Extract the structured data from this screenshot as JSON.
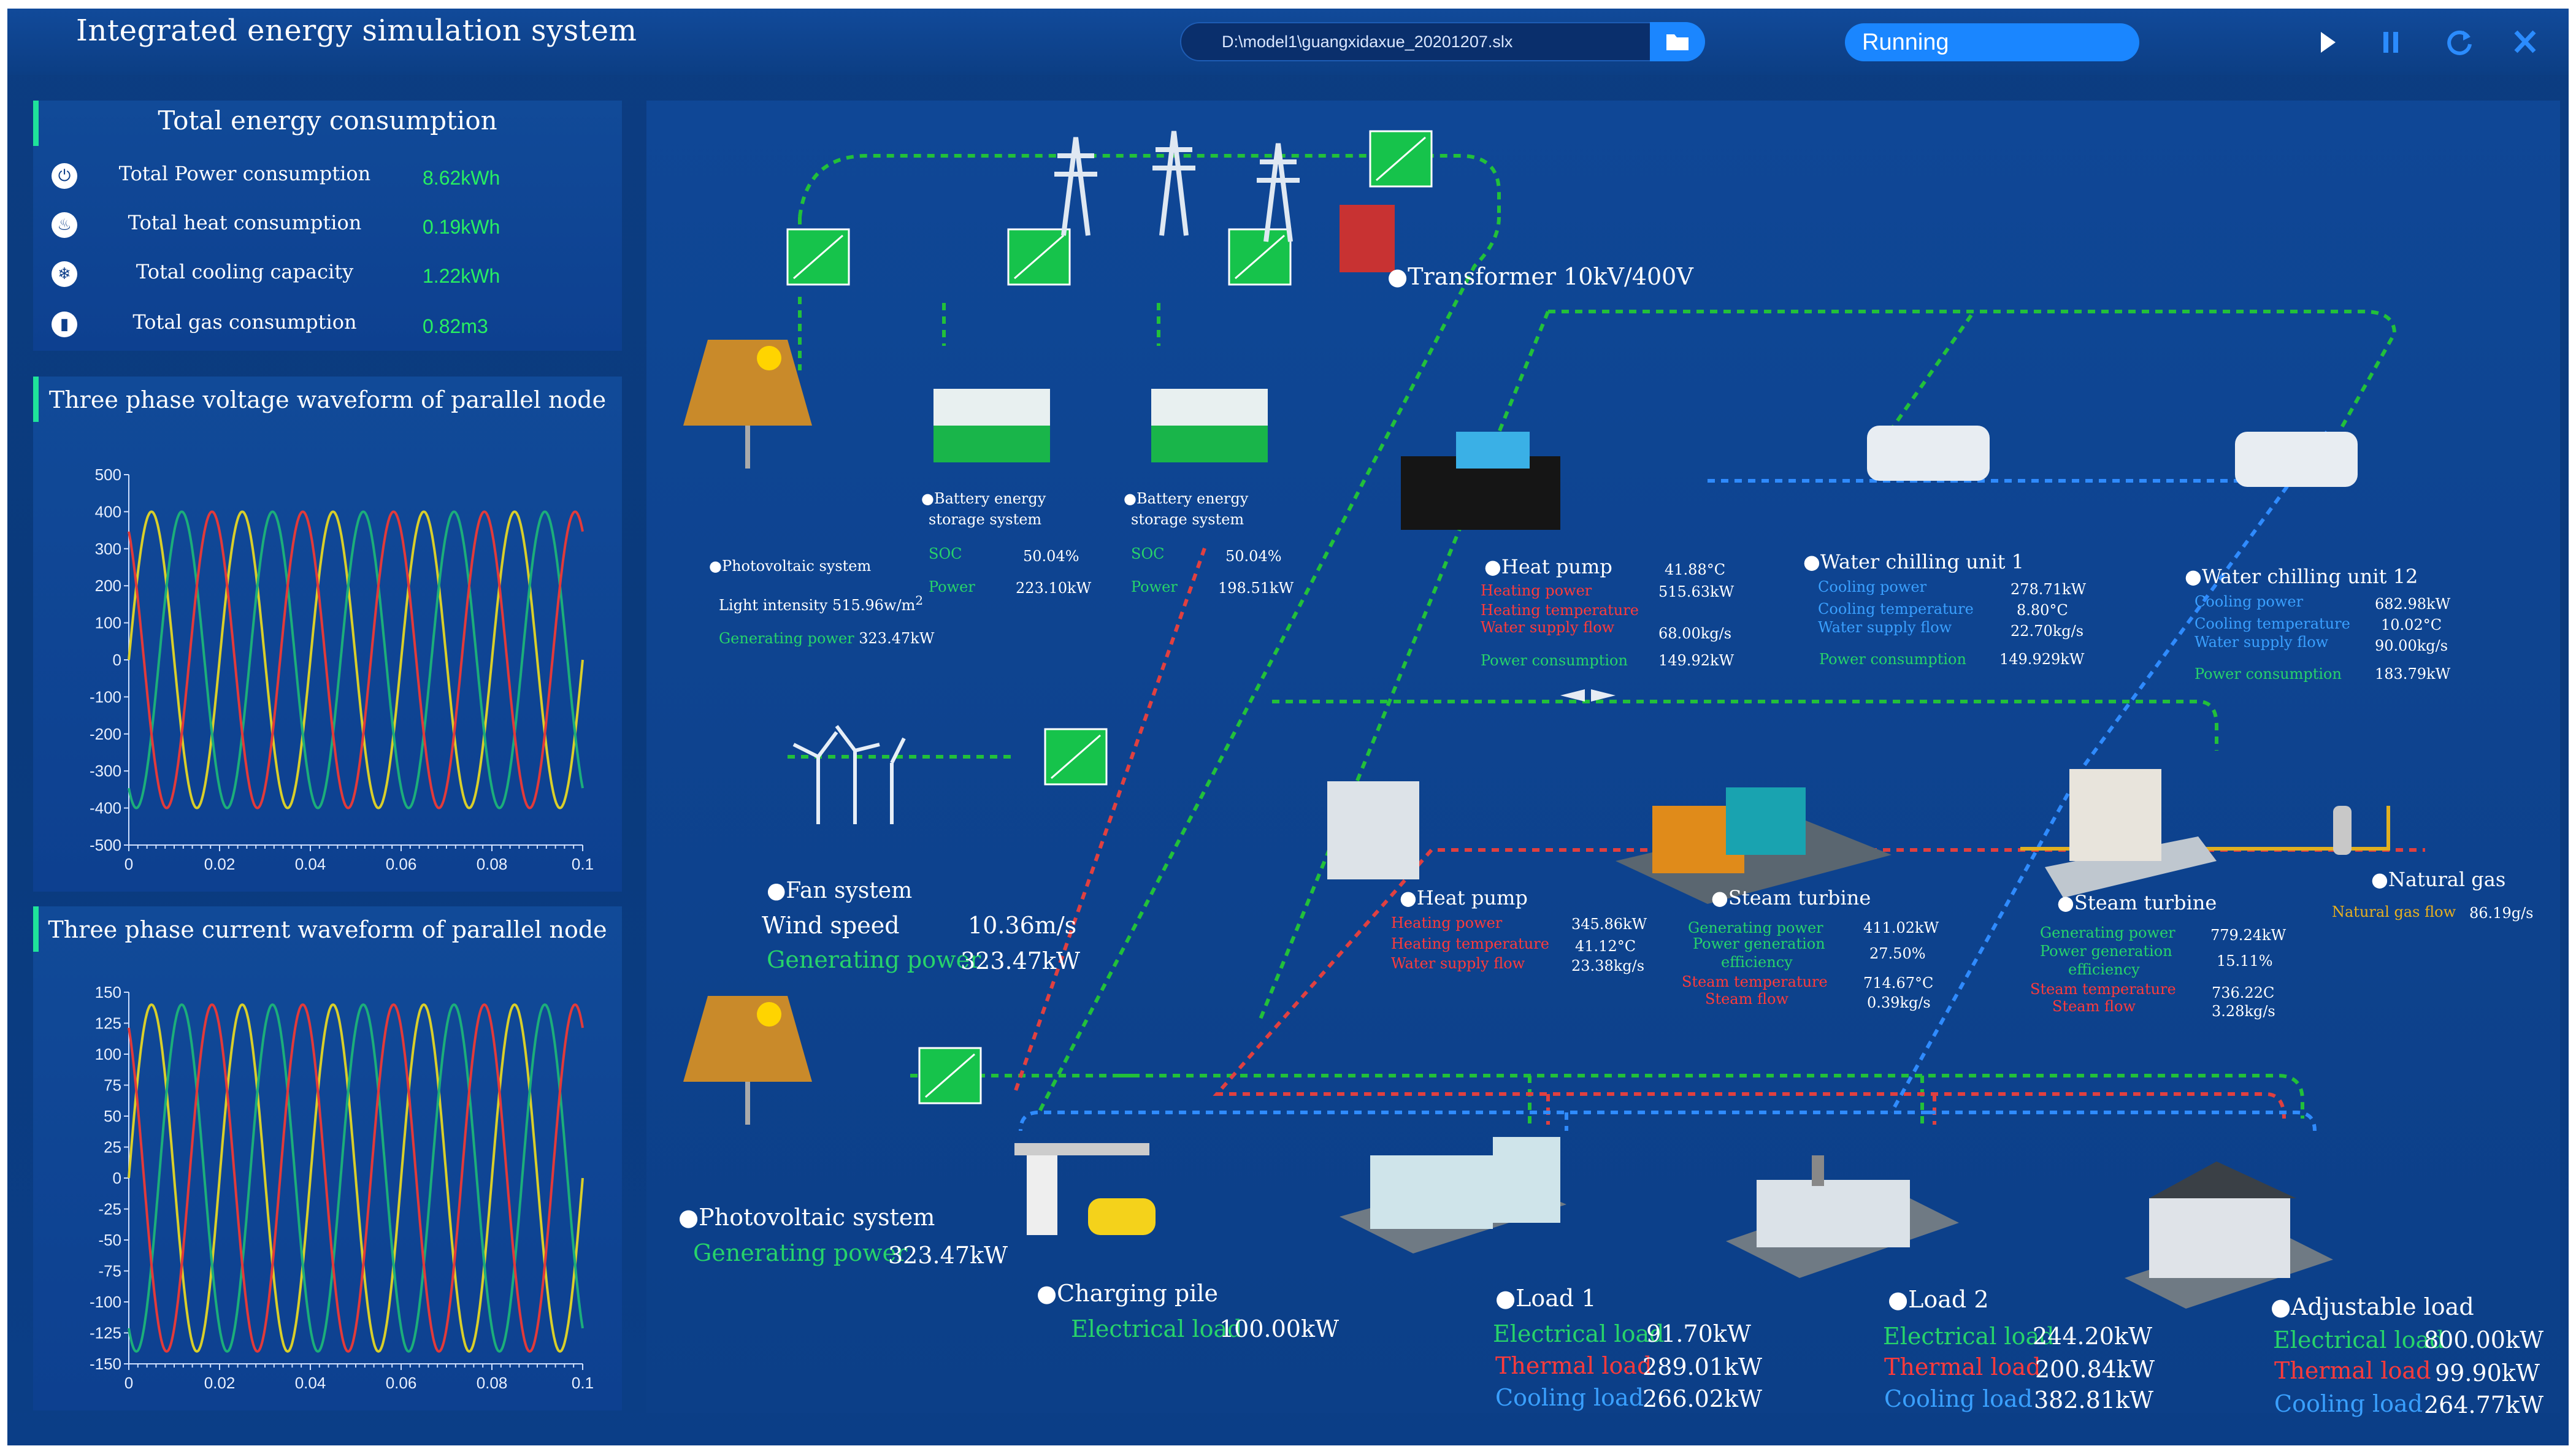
{
  "header": {
    "title": "Integrated energy simulation system",
    "file_path": "D:\\model1\\guangxidaxue_20201207.slx",
    "status": "Running"
  },
  "energy": {
    "title": "Total energy consumption",
    "items": [
      {
        "label": "Total Power consumption",
        "value": "8.62kWh",
        "icon": "power-icon"
      },
      {
        "label": "Total heat consumption",
        "value": "0.19kWh",
        "icon": "flame-icon"
      },
      {
        "label": "Total cooling capacity",
        "value": "1.22kWh",
        "icon": "snowflake-icon"
      },
      {
        "label": "Total gas consumption",
        "value": "0.82m3",
        "icon": "gas-icon"
      }
    ]
  },
  "chart_data": [
    {
      "type": "line",
      "title": "Three phase voltage waveform of parallel node",
      "ylim": [
        -500,
        500
      ],
      "xlim": [
        0,
        0.1
      ],
      "yticks": [
        "500",
        "400",
        "300",
        "200",
        "100",
        "0",
        "-100",
        "-200",
        "-300",
        "-400",
        "-500"
      ],
      "xticks": [
        "0",
        "0.02",
        "0.04",
        "0.06",
        "0.08",
        "0.1"
      ],
      "series": [
        {
          "amplitude": 400,
          "frequency_hz": 50,
          "phase_deg": 0,
          "color": "#d9cf2a"
        },
        {
          "amplitude": 400,
          "frequency_hz": 50,
          "phase_deg": -120,
          "color": "#1cae7a"
        },
        {
          "amplitude": 400,
          "frequency_hz": 50,
          "phase_deg": 120,
          "color": "#e23a3a"
        }
      ]
    },
    {
      "type": "line",
      "title": "Three phase current waveform of parallel node",
      "ylim": [
        -150,
        150
      ],
      "xlim": [
        0,
        0.1
      ],
      "yticks": [
        "150",
        "125",
        "100",
        "75",
        "50",
        "25",
        "0",
        "-25",
        "-50",
        "-75",
        "-100",
        "-125",
        "-150"
      ],
      "xticks": [
        "0",
        "0.02",
        "0.04",
        "0.06",
        "0.08",
        "0.1"
      ],
      "series": [
        {
          "amplitude": 140,
          "frequency_hz": 50,
          "phase_deg": 0,
          "color": "#d9cf2a"
        },
        {
          "amplitude": 140,
          "frequency_hz": 50,
          "phase_deg": -120,
          "color": "#1cae7a"
        },
        {
          "amplitude": 140,
          "frequency_hz": 50,
          "phase_deg": 120,
          "color": "#e23a3a"
        }
      ]
    }
  ],
  "diagram": {
    "transformer": "●Transformer 10kV/400V",
    "pv1": {
      "name": "●Photovoltaic system",
      "light": "Light intensity 515.96w/m",
      "sup": "2",
      "gen_label": "Generating power",
      "gen": "323.47kW"
    },
    "bess1": {
      "name1": "●Battery energy",
      "name2": "storage system",
      "soc_label": "SOC",
      "soc": "50.04%",
      "power_label": "Power",
      "power": "223.10kW"
    },
    "bess2": {
      "name1": "●Battery energy",
      "name2": "storage system",
      "soc_label": "SOC",
      "soc": "50.04%",
      "power_label": "Power",
      "power": "198.51kW"
    },
    "heatpump1": {
      "name": "●Heat pump",
      "l1": "Heating power",
      "l2": "Heating temperature",
      "l3": "Water supply flow",
      "l4": "Power consumption",
      "v1": "41.88°C",
      "v2": "515.63kW",
      "v3": "68.00kg/s",
      "v4": "149.92kW"
    },
    "chiller1": {
      "name": "●Water chilling unit 1",
      "l1": "Cooling power",
      "l2": "Cooling temperature",
      "l3": "Water supply flow",
      "l4": "Power consumption",
      "v1": "278.71kW",
      "v2": "8.80°C",
      "v3": "22.70kg/s",
      "v4": "149.929kW"
    },
    "chiller12": {
      "name": "●Water chilling unit 12",
      "l1": "Cooling power",
      "l2": "Cooling temperature",
      "l3": "Water supply flow",
      "l4": "Power consumption",
      "v1": "682.98kW",
      "v2": "10.02°C",
      "v3": "90.00kg/s",
      "v4": "183.79kW"
    },
    "fan": {
      "name": "●Fan system",
      "ws_label": "Wind speed",
      "ws": "10.36m/s",
      "gen_label": "Generating power",
      "gen": "323.47kW"
    },
    "heatpump2": {
      "name": "●Heat pump",
      "l1": "Heating power",
      "l2": "Heating temperature",
      "l3": "Water supply flow",
      "v1": "345.86kW",
      "v2": "41.12°C",
      "v3": "23.38kg/s"
    },
    "turbine1": {
      "name": "●Steam turbine",
      "l1": "Generating power",
      "l2": "Power generation",
      "l2b": "efficiency",
      "l3": "Steam temperature",
      "l4": "Steam flow",
      "v1": "411.02kW",
      "v2": "27.50%",
      "v3": "714.67°C",
      "v4": "0.39kg/s"
    },
    "turbine2": {
      "name": "●Steam turbine",
      "l1": "Generating power",
      "l2": "Power generation",
      "l2b": "efficiency",
      "l3": "Steam temperature",
      "l4": "Steam flow",
      "v1": "779.24kW",
      "v2": "15.11%",
      "v3": "736.22C",
      "v4": "3.28kg/s"
    },
    "gas": {
      "name": "●Natural gas",
      "flow_label": "Natural gas flow",
      "flow": "86.19g/s"
    },
    "pv2": {
      "name": "●Photovoltaic system",
      "gen_label": "Generating power",
      "gen": "323.47kW"
    },
    "charging": {
      "name": "●Charging pile",
      "el_label": "Electrical load",
      "el": "100.00kW"
    },
    "load1": {
      "name": "●Load 1",
      "el_label": "Electrical load",
      "el": "91.70kW",
      "th_label": "Thermal load",
      "th": "289.01kW",
      "co_label": "Cooling load",
      "co": "266.02kW"
    },
    "load2": {
      "name": "●Load 2",
      "el_label": "Electrical load",
      "el": "244.20kW",
      "th_label": "Thermal load",
      "th": "200.84kW",
      "co_label": "Cooling load",
      "co": "382.81kW"
    },
    "adj": {
      "name": "●Adjustable load",
      "el_label": "Electrical load",
      "el": "800.00kW",
      "th_label": "Thermal load",
      "th": "99.90kW",
      "co_label": "Cooling load",
      "co": "264.77kW"
    }
  }
}
